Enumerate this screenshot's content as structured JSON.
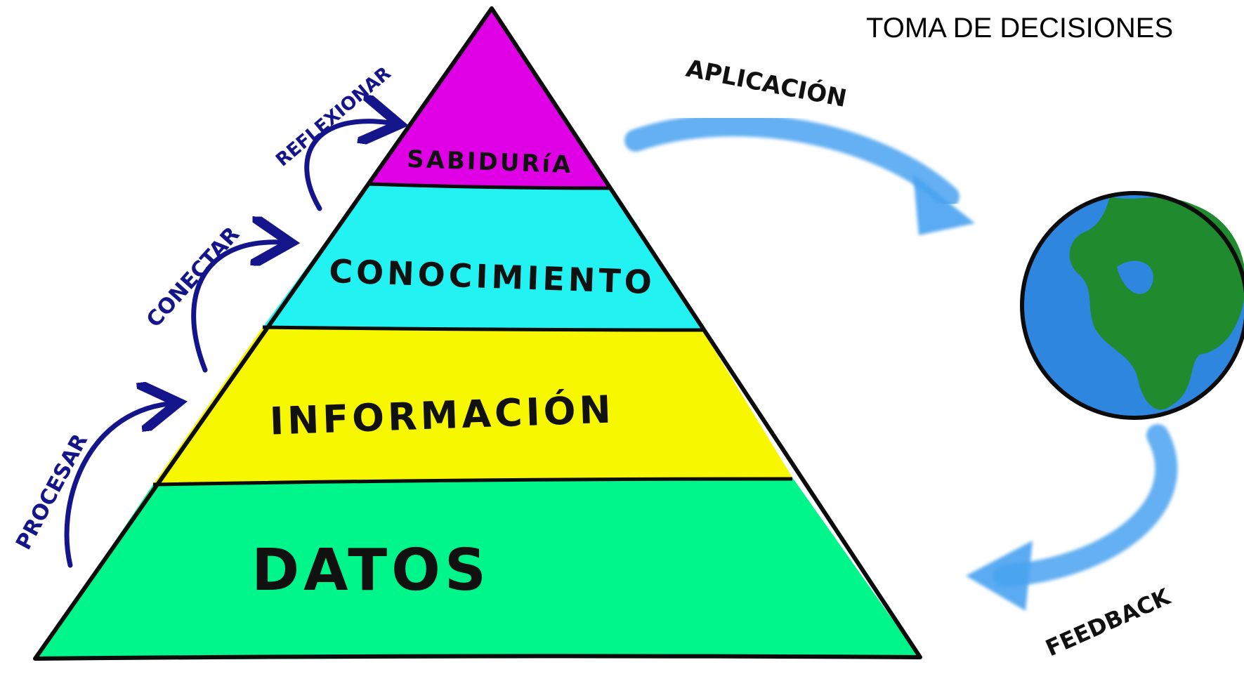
{
  "heading": "TOMA DE DECISIONES",
  "pyramid": {
    "levels": [
      {
        "label": "SABIDURíA",
        "color": "#e000e6"
      },
      {
        "label": "CONOCIMIENTO",
        "color": "#22f2f2"
      },
      {
        "label": "INFORMACIÓN",
        "color": "#f7f700"
      },
      {
        "label": "DATOS",
        "color": "#00f58a"
      }
    ]
  },
  "steps": [
    {
      "label": "PROCESAR"
    },
    {
      "label": "CONECTAR"
    },
    {
      "label": "REFLEXIONAR"
    }
  ],
  "cycle": {
    "application_label": "APLICACIÓN",
    "feedback_label": "FEEDBACK"
  },
  "colors": {
    "outline": "#0b0b0b",
    "step_arrows": "#14158a",
    "cycle_arrows": "#4aa3f0",
    "globe_ocean": "#2e86de",
    "globe_land": "#1f8a2e"
  }
}
